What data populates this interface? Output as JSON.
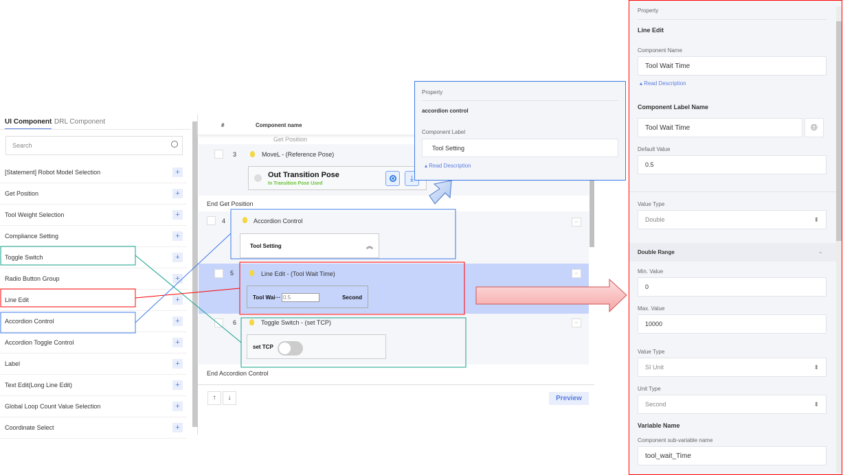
{
  "left": {
    "tabs": [
      "UI Component",
      "DRL Component"
    ],
    "search_placeholder": "Search",
    "items": [
      "[Statement] Robot Model Selection",
      "Get Position",
      "Tool Weight Selection",
      "Compliance Setting",
      "Toggle Switch",
      "Radio Button Group",
      "Line Edit",
      "Accordion Control",
      "Accordion Toggle Control",
      "Label",
      "Text Edit(Long Line Edit)",
      "Global Loop Count Value Selection",
      "Coordinate Select"
    ],
    "plus": "+"
  },
  "center": {
    "header": {
      "num": "#",
      "name": "Component name"
    },
    "partial_row": "Get Position",
    "row3": {
      "num": "3",
      "name": "MoveL - (Reference Pose)",
      "pose_title": "Out Transition Pose",
      "pose_sub": "In Transition Pose Used"
    },
    "end_get": "End Get Position",
    "row4": {
      "num": "4",
      "name": "Accordion Control",
      "card": "Tool Setting"
    },
    "row5": {
      "num": "5",
      "name": "Line Edit - (Tool Wait Time)",
      "label": "Tool Wai···",
      "value": "0.5",
      "unit": "Second"
    },
    "row6": {
      "num": "6",
      "name": "Toggle Switch - (set TCP)",
      "label": "set TCP",
      "toggle_on": false
    },
    "end_acc": "End Accordion Control",
    "up": "↑",
    "down": "↓",
    "preview": "Preview"
  },
  "popup": {
    "title": "Property",
    "heading": "accordion control",
    "label": "Component Label",
    "value": "Tool Setting",
    "read": "Read Description"
  },
  "right": {
    "title": "Property",
    "heading": "Line Edit",
    "comp_name_label": "Component Name",
    "comp_name": "Tool Wait Time",
    "read": "Read Description",
    "label_name_heading": "Component Label Name",
    "label_name": "Tool Wait Time",
    "default_label": "Default Value",
    "default_value": "0.5",
    "value_type_label": "Value Type",
    "value_type": "Double",
    "range_heading": "Double Range",
    "min_label": "Min. Value",
    "min": "0",
    "max_label": "Max. Value",
    "max": "10000",
    "value_type2_label": "Value Type",
    "value_type2": "SI Unit",
    "unit_type_label": "Unit Type",
    "unit_type": "Second",
    "var_heading": "Variable Name",
    "sub_var_label": "Component sub-variable name",
    "sub_var": "tool_wait_Time"
  },
  "colors": {
    "accent": "#5a7de0",
    "selected_row": "#c6d4fb",
    "annot_blue": "#3b78e7",
    "annot_red": "#ff0000",
    "annot_green": "#12a08a"
  }
}
